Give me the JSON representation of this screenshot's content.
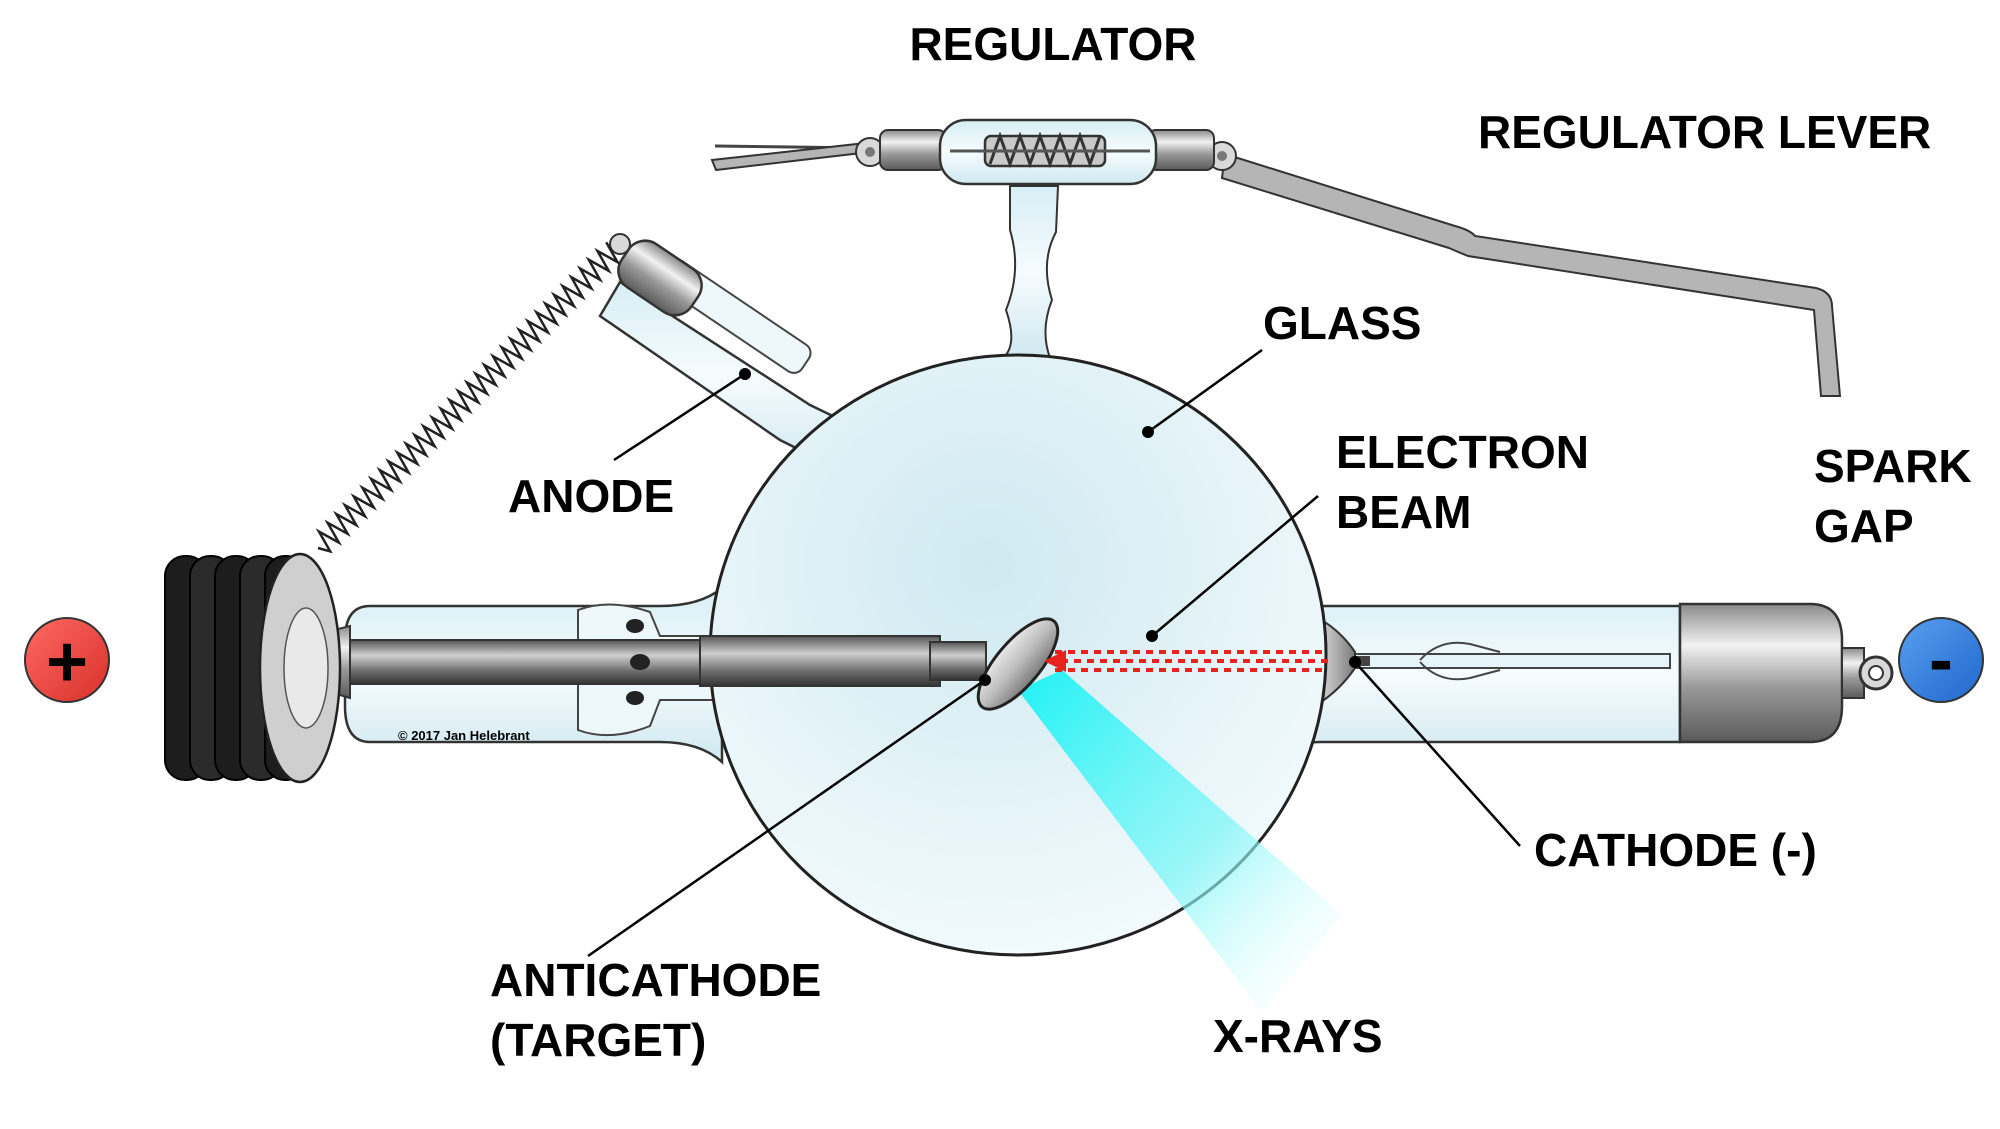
{
  "labels": {
    "regulator": "REGULATOR",
    "regulator_lever": "REGULATOR LEVER",
    "glass": "GLASS",
    "anode": "ANODE",
    "electron_beam_1": "ELECTRON",
    "electron_beam_2": "BEAM",
    "spark_gap_1": "SPARK",
    "spark_gap_2": "GAP",
    "cathode": "CATHODE (-)",
    "anticathode_1": "ANTICATHODE",
    "anticathode_2": "(TARGET)",
    "x_rays": "X-RAYS"
  },
  "terminals": {
    "positive": "+",
    "negative": "-"
  },
  "copyright": "© 2017 Jan Helebrant",
  "colors": {
    "positive_terminal": "#e8413d",
    "negative_terminal": "#2f7de1",
    "xray_beam": "#1ff2f5",
    "electron_beam": "#e8231d",
    "glass": "#dff1f6"
  }
}
